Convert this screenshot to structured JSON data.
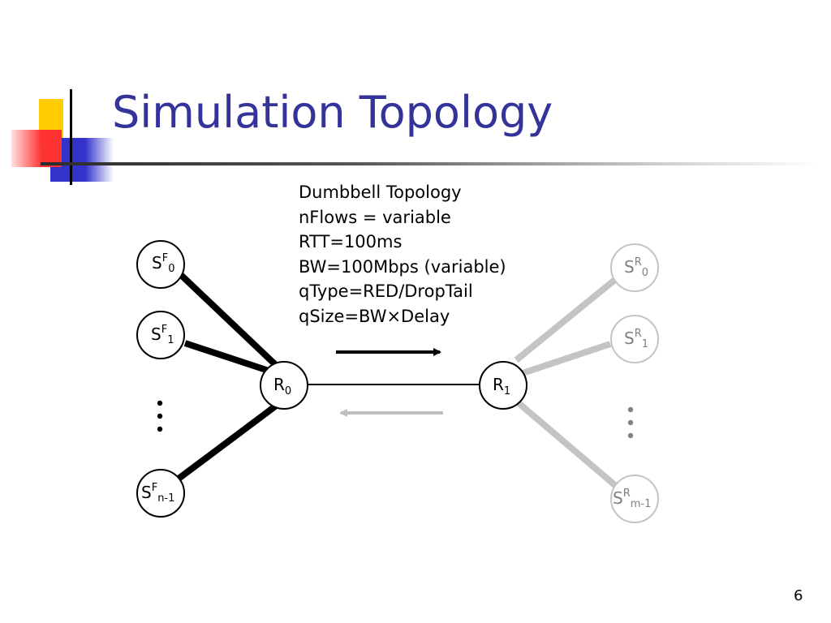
{
  "slide": {
    "title": "Simulation Topology",
    "page_number": "6"
  },
  "params": [
    "Dumbbell Topology",
    "nFlows = variable",
    "RTT=100ms",
    "BW=100Mbps (variable)",
    "qType=RED/DropTail",
    "qSize=BW×Delay"
  ],
  "nodes": {
    "sf0": {
      "base": "S",
      "sup": "F",
      "sub": "0"
    },
    "sf1": {
      "base": "S",
      "sup": "F",
      "sub": "1"
    },
    "sfn": {
      "base": "S",
      "sup": "F",
      "sub": "n-1"
    },
    "r0": {
      "base": "R",
      "sub": "0"
    },
    "r1": {
      "base": "R",
      "sub": "1"
    },
    "sr0": {
      "base": "S",
      "sup": "R",
      "sub": "0"
    },
    "sr1": {
      "base": "S",
      "sup": "R",
      "sub": "1"
    },
    "srm": {
      "base": "S",
      "sup": "R",
      "sub": "m-1"
    }
  },
  "colors": {
    "title": "#333399",
    "forward": "#000000",
    "reverse": "#bfbfbf",
    "deco_yellow": "#ffcc00",
    "deco_red": "#ff3333",
    "deco_blue": "#3333cc"
  }
}
